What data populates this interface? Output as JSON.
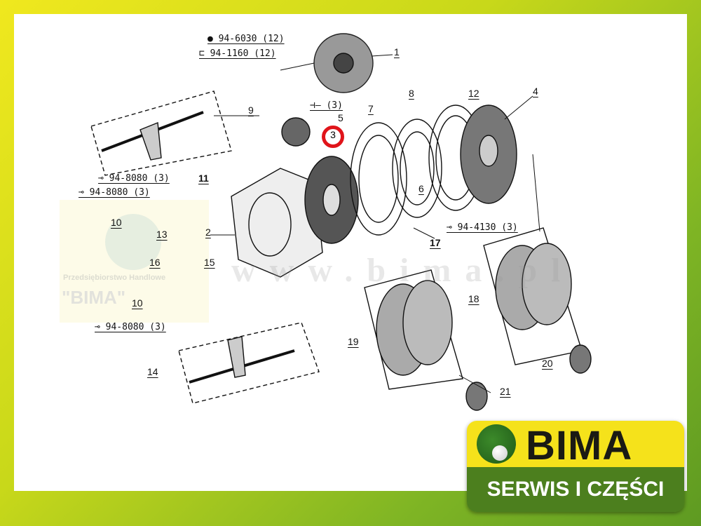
{
  "parts_labels": {
    "p1": "1",
    "p2": "2",
    "p4": "4",
    "p5": "5",
    "p6": "6",
    "p7": "7",
    "p8": "8",
    "p9": "9",
    "p10a": "10",
    "p10b": "10",
    "p11": "11",
    "p12": "12",
    "p13": "13",
    "p14": "14",
    "p15": "15",
    "p16": "16",
    "p17": "17",
    "p18": "18",
    "p19": "19",
    "p20": "20",
    "p21": "21"
  },
  "callout": "3",
  "refs": {
    "r1": "● 94-6030 (12)",
    "r2": "⊏ 94-1160 (12)",
    "r3": "⊸ 94-8080 (3)",
    "r4": "⊸ 94-8080 (3)",
    "r5": "⊸ 94-8080 (3)",
    "r6": "⊸ 94-4130 (3)",
    "r7": "⊣— (3)"
  },
  "watermark": {
    "firm": "Przedsiębiorstwo Handlowe",
    "name": "\"BIMA\"",
    "url": "www.bima.pl"
  },
  "logo": {
    "name": "BIMA",
    "tagline": "SERWIS I CZĘŚCI"
  },
  "colors": {
    "callout": "#e0141a",
    "logo_yellow": "#f5e21b",
    "logo_green": "#4c7f1e"
  }
}
